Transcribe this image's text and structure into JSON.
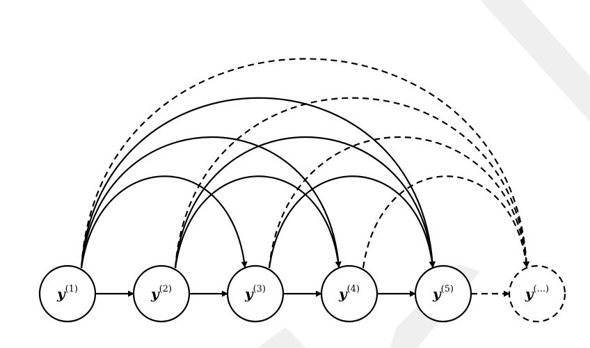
{
  "diagram": {
    "nodes": [
      {
        "id": "n1",
        "base": "y",
        "sup": "(1)",
        "style": "solid"
      },
      {
        "id": "n2",
        "base": "y",
        "sup": "(2)",
        "style": "solid"
      },
      {
        "id": "n3",
        "base": "y",
        "sup": "(3)",
        "style": "solid"
      },
      {
        "id": "n4",
        "base": "y",
        "sup": "(4)",
        "style": "solid"
      },
      {
        "id": "n5",
        "base": "y",
        "sup": "(5)",
        "style": "solid"
      },
      {
        "id": "n6",
        "base": "y",
        "sup": "(...)",
        "style": "dashed"
      }
    ],
    "edges": [
      {
        "from": "n1",
        "to": "n2",
        "style": "solid"
      },
      {
        "from": "n2",
        "to": "n3",
        "style": "solid"
      },
      {
        "from": "n3",
        "to": "n4",
        "style": "solid"
      },
      {
        "from": "n4",
        "to": "n5",
        "style": "solid"
      },
      {
        "from": "n5",
        "to": "n6",
        "style": "dashed"
      },
      {
        "from": "n1",
        "to": "n3",
        "style": "solid"
      },
      {
        "from": "n1",
        "to": "n4",
        "style": "solid"
      },
      {
        "from": "n1",
        "to": "n5",
        "style": "solid"
      },
      {
        "from": "n1",
        "to": "n6",
        "style": "dashed"
      },
      {
        "from": "n2",
        "to": "n4",
        "style": "solid"
      },
      {
        "from": "n2",
        "to": "n5",
        "style": "solid"
      },
      {
        "from": "n2",
        "to": "n6",
        "style": "dashed"
      },
      {
        "from": "n3",
        "to": "n5",
        "style": "solid"
      },
      {
        "from": "n3",
        "to": "n6",
        "style": "dashed"
      },
      {
        "from": "n4",
        "to": "n6",
        "style": "dashed"
      }
    ]
  }
}
